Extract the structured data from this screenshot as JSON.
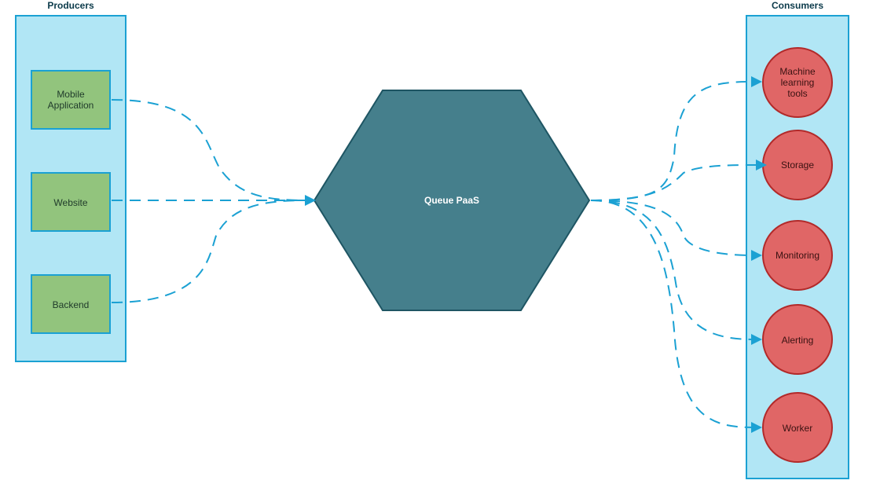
{
  "diagram": {
    "producers": {
      "title": "Producers",
      "items": [
        "Mobile Application",
        "Website",
        "Backend"
      ]
    },
    "hub": {
      "label": "Queue PaaS"
    },
    "consumers": {
      "title": "Consumers",
      "items": [
        "Machine learning tools",
        "Storage",
        "Monitoring",
        "Alerting",
        "Worker"
      ]
    },
    "colors": {
      "panel_fill": "#b1e6f5",
      "panel_stroke": "#1ba1d3",
      "producer_fill": "#92c47d",
      "producer_stroke": "#1ba1d3",
      "hub_fill": "#457f8c",
      "hub_stroke": "#1e5563",
      "consumer_fill": "#e06666",
      "consumer_stroke": "#b22a2a",
      "edge": "#1ba1d3"
    }
  }
}
